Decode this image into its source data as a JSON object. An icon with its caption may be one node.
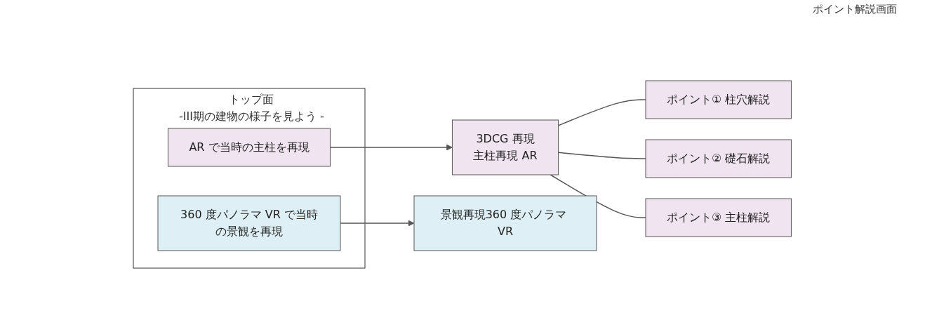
{
  "diagram": {
    "nodes": [
      {
        "text": [
          "トップ面",
          "-III期の建物の様子を見よう -"
        ]
      },
      {
        "text": [
          "AR で当時の主柱を再現"
        ],
        "in": 0
      },
      {
        "text": [
          "360 度パノラマ VR で当時の景観を再現"
        ],
        "in": 0
      },
      {
        "text": [
          "3DCG 再現",
          "主柱再現 AR"
        ]
      },
      {
        "text": [
          "景観再現360 度パノラマ VR"
        ]
      },
      {
        "text": [
          "ポイント① 柱穴解説"
        ]
      },
      {
        "text": [
          "ポイント② 礎石解説"
        ]
      },
      {
        "text": [
          "ポイント③ 主柱解説"
        ]
      }
    ],
    "edges": [
      {
        "from": 1,
        "to": 3,
        "arrow": "to"
      },
      {
        "from": 2,
        "to": 4,
        "arrow": "to"
      },
      {
        "from": 3,
        "to": 5,
        "arrow": "none"
      },
      {
        "from": 3,
        "to": 6,
        "arrow": "none"
      },
      {
        "from": 3,
        "to": 7,
        "arrow": "none"
      }
    ],
    "labels": [
      "ポイント解説画面"
    ]
  }
}
